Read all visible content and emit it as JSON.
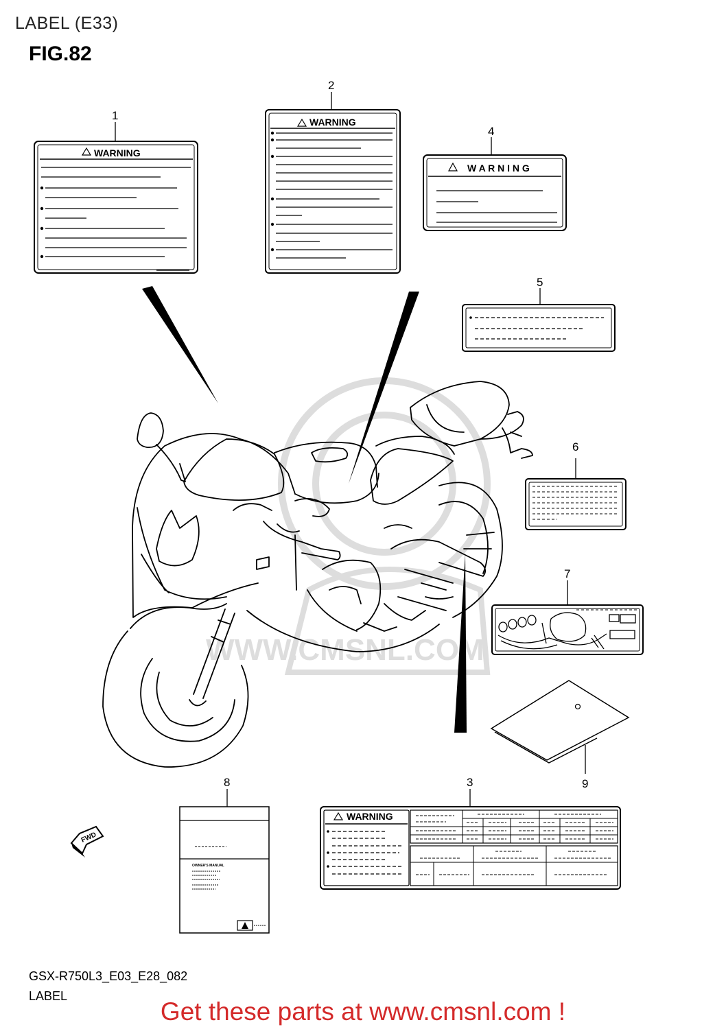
{
  "header": {
    "title": "LABEL (E33)",
    "figure": "FIG.82"
  },
  "callouts": [
    "1",
    "2",
    "3",
    "4",
    "5",
    "6",
    "7",
    "8",
    "9"
  ],
  "labels": {
    "warning": "WARNING",
    "warning_spaced": "W A R N I N G"
  },
  "manual": {
    "title": "OWNER'S MANUAL"
  },
  "fwd_arrow": {
    "text": "FWD"
  },
  "watermark": {
    "text": "WWW.CMSNL.COM"
  },
  "footer": {
    "code": "GSX-R750L3_E03_E28_082",
    "name": "LABEL"
  },
  "promo": {
    "text": "Get these parts at www.cmsnl.com !",
    "color": "#d42a2a"
  }
}
